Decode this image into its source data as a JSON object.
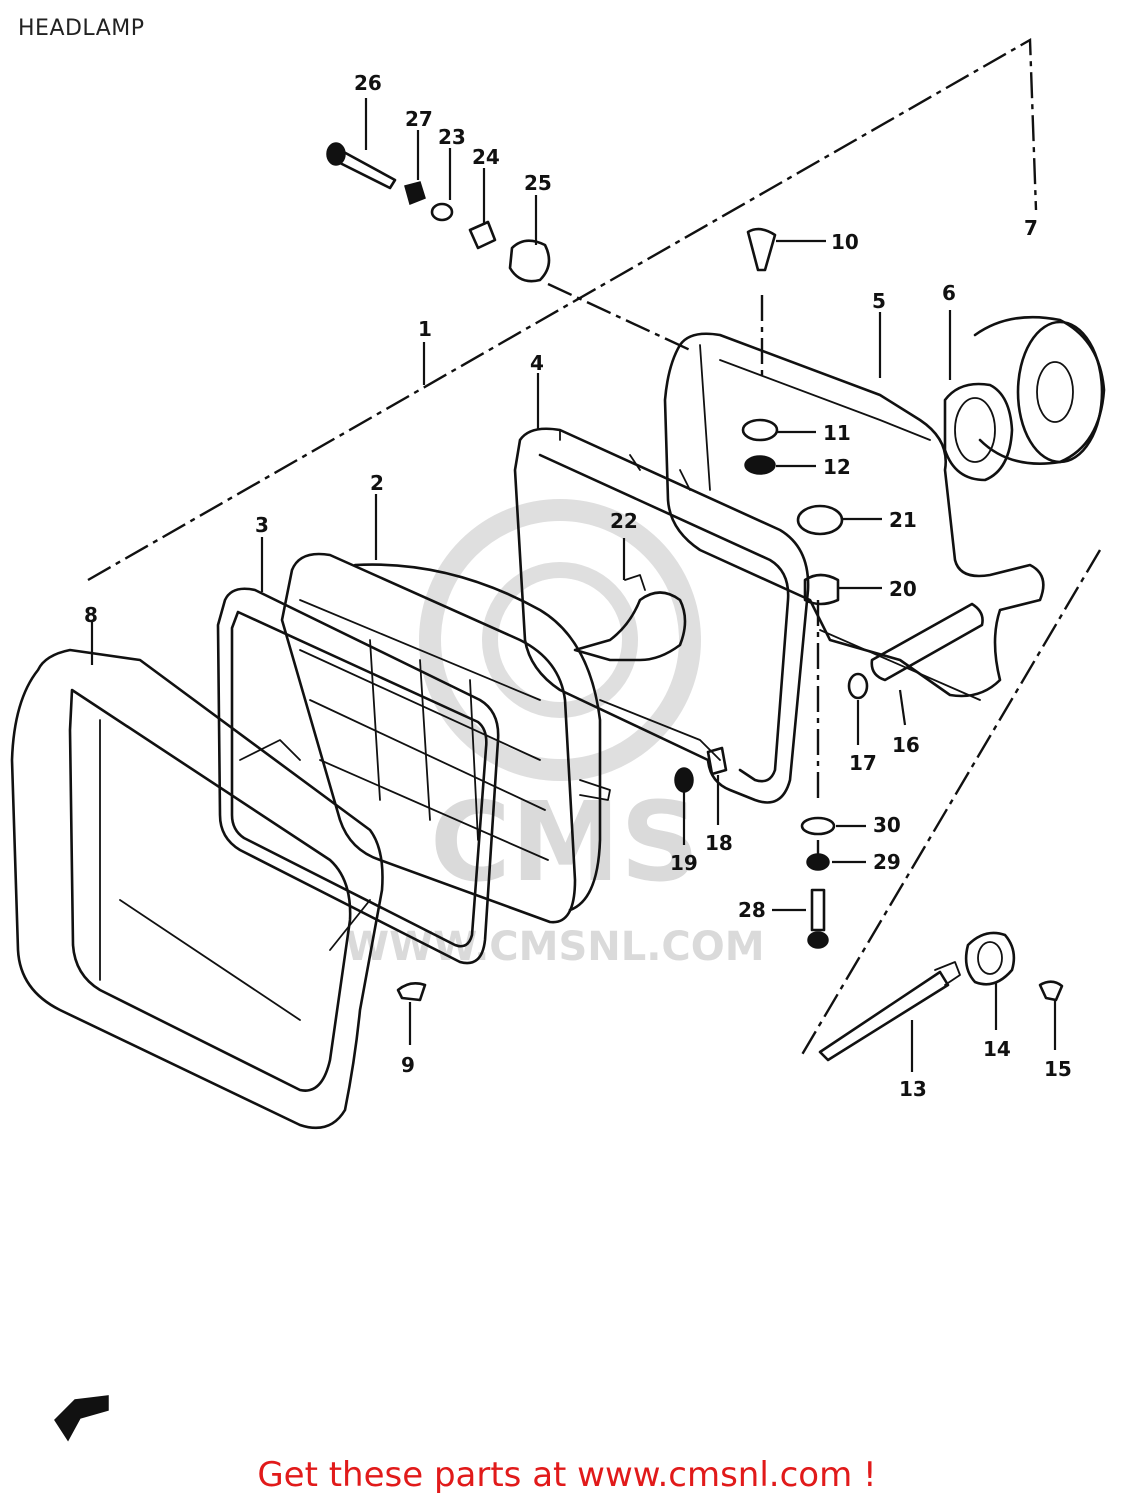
{
  "title": "HEADLAMP",
  "footer": "Get these parts at www.cmsnl.com !",
  "watermark": {
    "logo": "CMS",
    "url": "WWW.CMSNL.COM"
  },
  "parts": [
    {
      "id": "1",
      "label": "1"
    },
    {
      "id": "2",
      "label": "2"
    },
    {
      "id": "3",
      "label": "3"
    },
    {
      "id": "4",
      "label": "4"
    },
    {
      "id": "5",
      "label": "5"
    },
    {
      "id": "6",
      "label": "6"
    },
    {
      "id": "7",
      "label": "7"
    },
    {
      "id": "8",
      "label": "8"
    },
    {
      "id": "9",
      "label": "9"
    },
    {
      "id": "10",
      "label": "10"
    },
    {
      "id": "11",
      "label": "11"
    },
    {
      "id": "12",
      "label": "12"
    },
    {
      "id": "13",
      "label": "13"
    },
    {
      "id": "14",
      "label": "14"
    },
    {
      "id": "15",
      "label": "15"
    },
    {
      "id": "16",
      "label": "16"
    },
    {
      "id": "17",
      "label": "17"
    },
    {
      "id": "18",
      "label": "18"
    },
    {
      "id": "19",
      "label": "19"
    },
    {
      "id": "20",
      "label": "20"
    },
    {
      "id": "21",
      "label": "21"
    },
    {
      "id": "22",
      "label": "22"
    },
    {
      "id": "23",
      "label": "23"
    },
    {
      "id": "24",
      "label": "24"
    },
    {
      "id": "25",
      "label": "25"
    },
    {
      "id": "26",
      "label": "26"
    },
    {
      "id": "27",
      "label": "27"
    },
    {
      "id": "28",
      "label": "28"
    },
    {
      "id": "29",
      "label": "29"
    },
    {
      "id": "30",
      "label": "30"
    }
  ]
}
